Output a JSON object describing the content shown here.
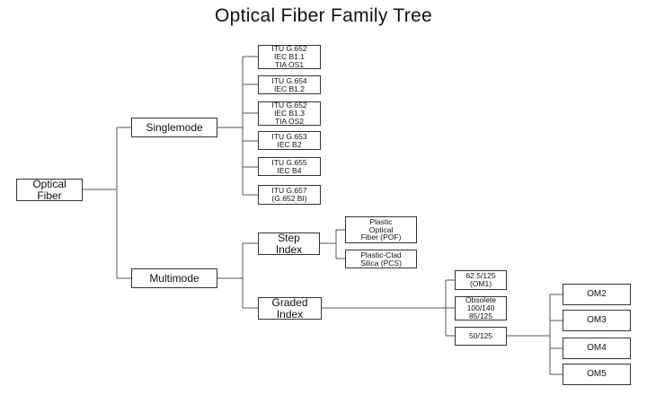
{
  "title": "Optical Fiber Family Tree",
  "root": [
    "Optical",
    "Fiber"
  ],
  "singlemode": {
    "label": "Singlemode",
    "standards": [
      [
        "ITU G.652",
        "IEC B1.1",
        "TIA OS1"
      ],
      [
        "ITU G.654",
        "IEC B1.2"
      ],
      [
        "ITU G.652",
        "IEC B1.3",
        "TIA OS2"
      ],
      [
        "ITU G.653",
        "IEC B2"
      ],
      [
        "ITU G.655",
        "IEC B4"
      ],
      [
        "ITU G.657",
        "(G.652 BI)"
      ]
    ]
  },
  "multimode": {
    "label": "Multimode",
    "step_index": {
      "label": [
        "Step",
        "Index"
      ],
      "children": [
        [
          "Plastic",
          "Optical",
          "Fiber (POF)"
        ],
        [
          "Plastic-Clad",
          "Silica (PCS)"
        ]
      ]
    },
    "graded_index": {
      "label": [
        "Graded",
        "Index"
      ],
      "children": [
        [
          "62.5/125",
          "(OM1)"
        ],
        [
          "Obsolete",
          "100/140",
          "85/125"
        ],
        [
          "50/125"
        ]
      ],
      "om_grades": [
        "OM2",
        "OM3",
        "OM4",
        "OM5"
      ]
    }
  }
}
